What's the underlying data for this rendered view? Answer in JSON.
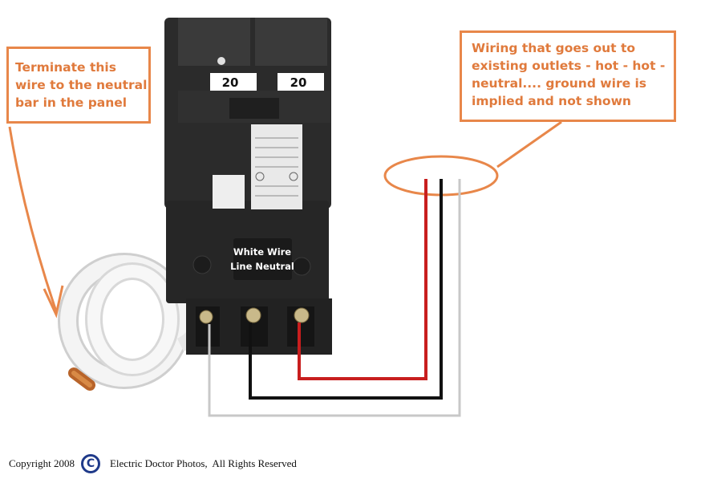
{
  "left_callout": {
    "lines": [
      "Terminate this",
      "wire to the neutral",
      "bar in the panel"
    ]
  },
  "right_callout": {
    "lines": [
      "Wiring that goes out to",
      "existing outlets - hot - hot -",
      "neutral.... ground wire is",
      "implied and not shown"
    ]
  },
  "breaker": {
    "left_rating": "20",
    "right_rating": "20",
    "label_line1": "White Wire",
    "label_line2": "Line Neutral"
  },
  "footer": {
    "copyright": "Copyright 2008",
    "icon": "copyright-icon",
    "rights": "Electric Doctor Photos,  All Rights Reserved"
  },
  "colors": {
    "callout_orange": "#e8874a",
    "breaker_body": "#2a2a2a",
    "hot_red": "#c81e1e",
    "hot_black": "#111111",
    "neutral_white": "#c8c8c8"
  }
}
